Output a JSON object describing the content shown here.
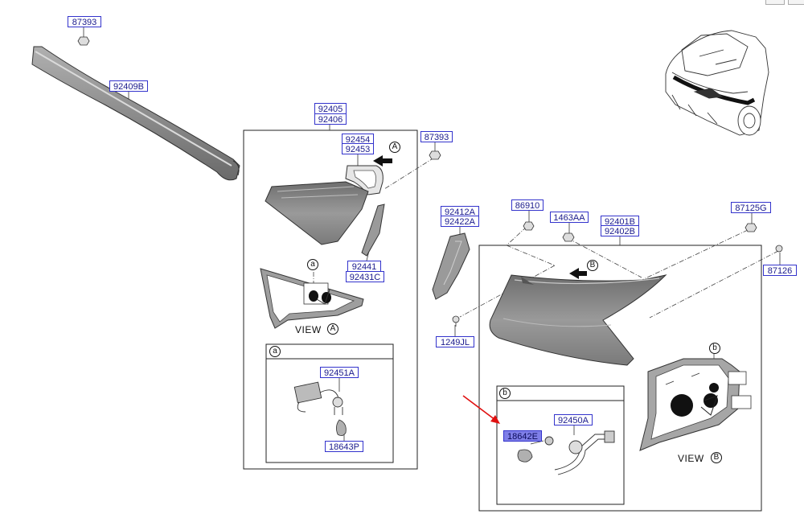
{
  "labels": {
    "p87393_top": "87393",
    "p92409B": "92409B",
    "p92405": "92405",
    "p92406": "92406",
    "p92454": "92454",
    "p92453": "92453",
    "p87393_mid": "87393",
    "p92441": "92441",
    "p92431C": "92431C",
    "p92451A": "92451A",
    "p18643P": "18643P",
    "p92412A": "92412A",
    "p92422A": "92422A",
    "p86910": "86910",
    "p1463AA": "1463AA",
    "p92401B": "92401B",
    "p92402B": "92402B",
    "p87125G": "87125G",
    "p87126": "87126",
    "p1249JL": "1249JL",
    "p92450A": "92450A",
    "p18642E": "18642E"
  },
  "callouts": {
    "A": "A",
    "B": "B",
    "a": "a",
    "b": "b"
  },
  "captions": {
    "view_a": "VIEW",
    "view_b": "VIEW"
  },
  "colors": {
    "label_border": "#3333cc",
    "label_text": "#1a1a8c",
    "highlight_fill": "#7f7fe8",
    "pointer_arrow": "#e01010",
    "lamp_body": "#8a8a8a"
  }
}
